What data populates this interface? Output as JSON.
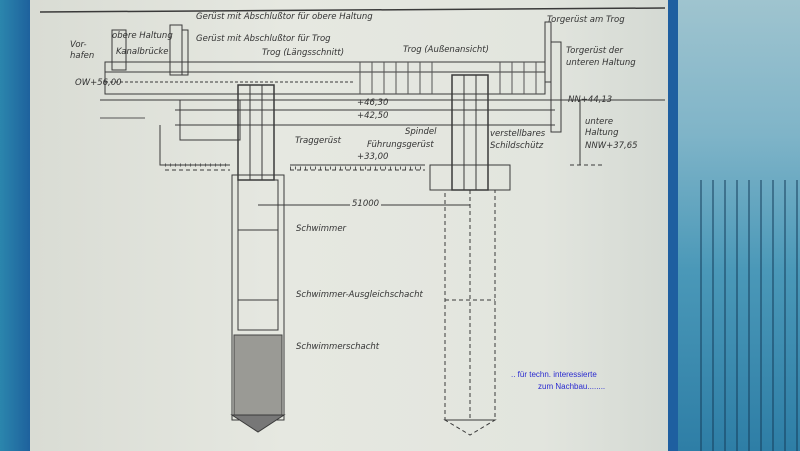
{
  "labels": {
    "vorhafen": "Vor-\nhafen",
    "obere_haltung": "obere Haltung",
    "kanalbruecke": "Kanalbrücke",
    "ow": "OW+56,00",
    "geruest_obere": "Gerüst mit Abschlußtor für obere Haltung",
    "geruest_trog": "Gerüst mit Abschlußtor für Trog",
    "trog_laengs": "Trog (Längsschnitt)",
    "trog_aussen": "Trog (Außenansicht)",
    "torgeruest_trog": "Torgerüst am Trog",
    "torgeruest_unten": "Torgerüst der unteren Haltung",
    "nn": "NN+44,13",
    "untere_haltung": "untere Haltung",
    "nnw": "NNW+37,65",
    "h4630": "+46,30",
    "h4250": "+42,50",
    "h3300": "+33,00",
    "traggeruest": "Traggerüst",
    "spindel": "Spindel",
    "fuehrungsgeruest": "Führungsgerüst",
    "schildschuetz": "verstellbares Schildschütz",
    "dim": "51000",
    "schwimmer": "Schwimmer",
    "ausgleichschacht": "Schwimmer-Ausgleichschacht",
    "schwimmerschacht": "Schwimmerschacht"
  },
  "note": {
    "line1": ".. für techn. interessierte",
    "line2": "zum Nachbau........"
  }
}
